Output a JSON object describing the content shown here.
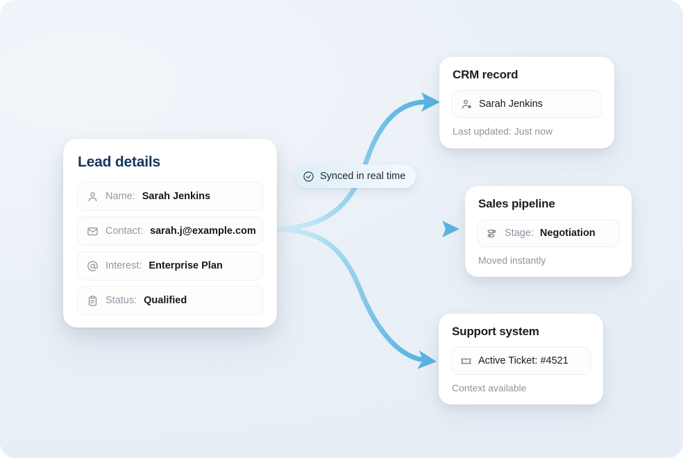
{
  "theme": {
    "background": "#e9eff6",
    "card_background": "#ffffff",
    "primary_title_color": "#16365e",
    "title_color": "#1a1c20",
    "label_color": "#9299a3",
    "value_color": "#15181d",
    "muted_color": "#8e949d",
    "arrow_color": "#5cb3e0",
    "arrow_color_light": "#c5e6f6",
    "badge_gradient_from": "#ddeef7",
    "badge_gradient_to": "#f3fafd"
  },
  "lead_card": {
    "title": "Lead details",
    "rows": [
      {
        "icon": "person-icon",
        "label": "Name:",
        "value": "Sarah Jenkins"
      },
      {
        "icon": "envelope-icon",
        "label": "Contact:",
        "value": "sarah.j@example.com"
      },
      {
        "icon": "at-sign-icon",
        "label": "Interest:",
        "value": "Enterprise Plan"
      },
      {
        "icon": "clipboard-icon",
        "label": "Status:",
        "value": "Qualified"
      }
    ]
  },
  "sync_badge": {
    "icon": "check-circle-icon",
    "text": "Synced in real time"
  },
  "destinations": [
    {
      "id": "crm",
      "title": "CRM record",
      "chip_icon": "user-badge-icon",
      "chip_label": "",
      "chip_value": "Sarah Jenkins",
      "footer": "Last updated: Just now"
    },
    {
      "id": "pipeline",
      "title": "Sales pipeline",
      "chip_icon": "kanban-stage-icon",
      "chip_label": "Stage:",
      "chip_value": "Negotiation",
      "footer": "Moved instantly"
    },
    {
      "id": "support",
      "title": "Support system",
      "chip_icon": "ticket-icon",
      "chip_label": "",
      "chip_value": "Active Ticket: #4521",
      "footer": "Context available"
    }
  ],
  "connectors": [
    {
      "name": "arrow-to-crm",
      "from": "lead-details",
      "to": "crm-record"
    },
    {
      "name": "arrow-to-pipeline",
      "from": "lead-details",
      "to": "sales-pipeline"
    },
    {
      "name": "arrow-to-support",
      "from": "lead-details",
      "to": "support-system"
    }
  ]
}
